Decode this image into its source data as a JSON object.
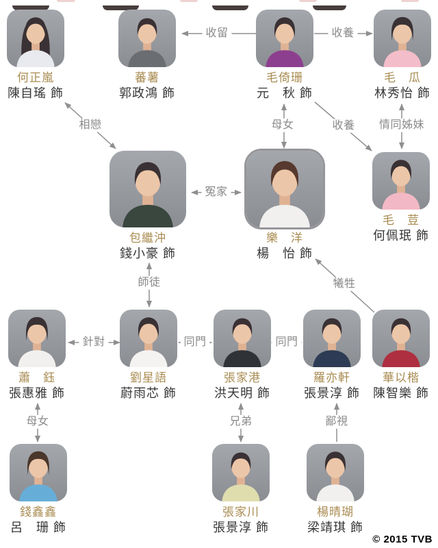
{
  "page": {
    "copyright": "© 2015 TVB"
  },
  "palette": {
    "character_name": "#a98c52",
    "actor_name": "#363636",
    "relationship_text": "#8a8a8a",
    "connector_line": "#8f8f8f",
    "background": "#ffffff"
  },
  "characters": [
    {
      "id": "ho-jing-laam",
      "name": "何正嵐",
      "actor": "陳自瑤 飾",
      "photo": {
        "hair": "long",
        "shirt": "#e8eaef"
      }
    },
    {
      "id": "faan-syu",
      "name": "蕃薯",
      "actor": "郭政鴻 飾",
      "photo": {
        "hair": "male",
        "shirt": "#6a6d71"
      }
    },
    {
      "id": "mou-yi-saan",
      "name": "毛倚珊",
      "actor": "元　秋 飾",
      "photo": {
        "hair": "updo",
        "shirt": "#8d3f8f"
      }
    },
    {
      "id": "mou-gwaa",
      "name": "毛　瓜",
      "actor": "林秀怡 飾",
      "photo": {
        "hair": "pixie",
        "shirt": "#f3bdc9"
      }
    },
    {
      "id": "baau-gai-chung",
      "name": "包繼沖",
      "actor": "錢小豪 飾",
      "photo": {
        "hair": "male",
        "shirt": "#39473e"
      }
    },
    {
      "id": "lok-yeung",
      "name": "樂　洋",
      "actor": "楊　怡 飾",
      "photo": {
        "hair": "updo",
        "hair_color": "#57392f",
        "shirt": "#f1f0ee"
      },
      "highlight": true
    },
    {
      "id": "mou-dau",
      "name": "毛　荳",
      "actor": "何佩珉 飾",
      "photo": {
        "hair": "updo",
        "shirt": "#f2b9c5"
      }
    },
    {
      "id": "siu-yuk",
      "name": "蕭　鈺",
      "actor": "張惠雅 飾",
      "photo": {
        "hair": "pixie",
        "shirt": "#f1f0ee"
      }
    },
    {
      "id": "lau-sing-yu",
      "name": "劉星語",
      "actor": "蔚雨芯 飾",
      "photo": {
        "hair": "updo",
        "shirt": "#f4f3f1"
      }
    },
    {
      "id": "cheung-gaa-gong",
      "name": "張家港",
      "actor": "洪天明 飾",
      "photo": {
        "hair": "male",
        "shirt": "#2f3338"
      }
    },
    {
      "id": "lo-yik-hin",
      "name": "羅亦軒",
      "actor": "張景淳 飾",
      "photo": {
        "hair": "male",
        "shirt": "#2d3b54"
      }
    },
    {
      "id": "waa-yi-kaai",
      "name": "華以楷",
      "actor": "陳智樂 飾",
      "photo": {
        "hair": "male",
        "shirt": "#ae2f3f"
      }
    },
    {
      "id": "chin-yam-yam",
      "name": "錢鑫鑫",
      "actor": "呂　珊 飾",
      "photo": {
        "hair": "pixie",
        "hair_color": "#4a372c",
        "shirt": "#66aed8"
      }
    },
    {
      "id": "cheung-gaa-chyun",
      "name": "張家川",
      "actor": "張景淳 飾",
      "photo": {
        "hair": "male",
        "shirt": "#dfddae"
      }
    },
    {
      "id": "yeung-ching-wu",
      "name": "楊晴瑚",
      "actor": "梁靖琪 飾",
      "photo": {
        "hair": "updo",
        "shirt": "#f1f0ee"
      }
    }
  ],
  "relationships": [
    {
      "id": "sau-lau",
      "label": "收留",
      "from": "mou-yi-saan",
      "to": "faan-syu",
      "mutual": false
    },
    {
      "id": "sau-yeung-gwaa",
      "label": "收養",
      "from": "mou-yi-saan",
      "to": "mou-gwaa",
      "mutual": false
    },
    {
      "id": "seung-lyun",
      "label": "相戀",
      "from": "ho-jing-laam",
      "to": "baau-gai-chung",
      "mutual": true
    },
    {
      "id": "mou-neui-lok",
      "label": "母女",
      "from": "mou-yi-saan",
      "to": "lok-yeung",
      "mutual": true
    },
    {
      "id": "sau-yeung-dau",
      "label": "收養",
      "from": "mou-yi-saan",
      "to": "mou-dau",
      "mutual": false
    },
    {
      "id": "ching-tung-ji-mui",
      "label": "情同姊妹",
      "from": "mou-gwaa",
      "to": "mou-dau",
      "mutual": true
    },
    {
      "id": "yun-gaa",
      "label": "冤家",
      "from": "baau-gai-chung",
      "to": "lok-yeung",
      "mutual": true
    },
    {
      "id": "si-tou",
      "label": "師徒",
      "from": "baau-gai-chung",
      "to": "lau-sing-yu",
      "mutual": true
    },
    {
      "id": "hei-sang",
      "label": "犧牲",
      "from": "waa-yi-kaai",
      "to": "lok-yeung",
      "mutual": false
    },
    {
      "id": "jam-deui",
      "label": "針對",
      "from": "siu-yuk",
      "to": "lau-sing-yu",
      "mutual": true
    },
    {
      "id": "tung-mun-1",
      "label": "同門",
      "from": "lau-sing-yu",
      "to": "cheung-gaa-gong",
      "mutual": true
    },
    {
      "id": "tung-mun-2",
      "label": "同門",
      "from": "cheung-gaa-gong",
      "to": "lo-yik-hin",
      "mutual": true
    },
    {
      "id": "mou-neui-chin",
      "label": "母女",
      "from": "siu-yuk",
      "to": "chin-yam-yam",
      "mutual": true
    },
    {
      "id": "hing-dai",
      "label": "兄弟",
      "from": "cheung-gaa-gong",
      "to": "cheung-gaa-chyun",
      "mutual": true
    },
    {
      "id": "pei-si",
      "label": "鄙視",
      "from": "yeung-ching-wu",
      "to": "lo-yik-hin",
      "mutual": false
    }
  ]
}
